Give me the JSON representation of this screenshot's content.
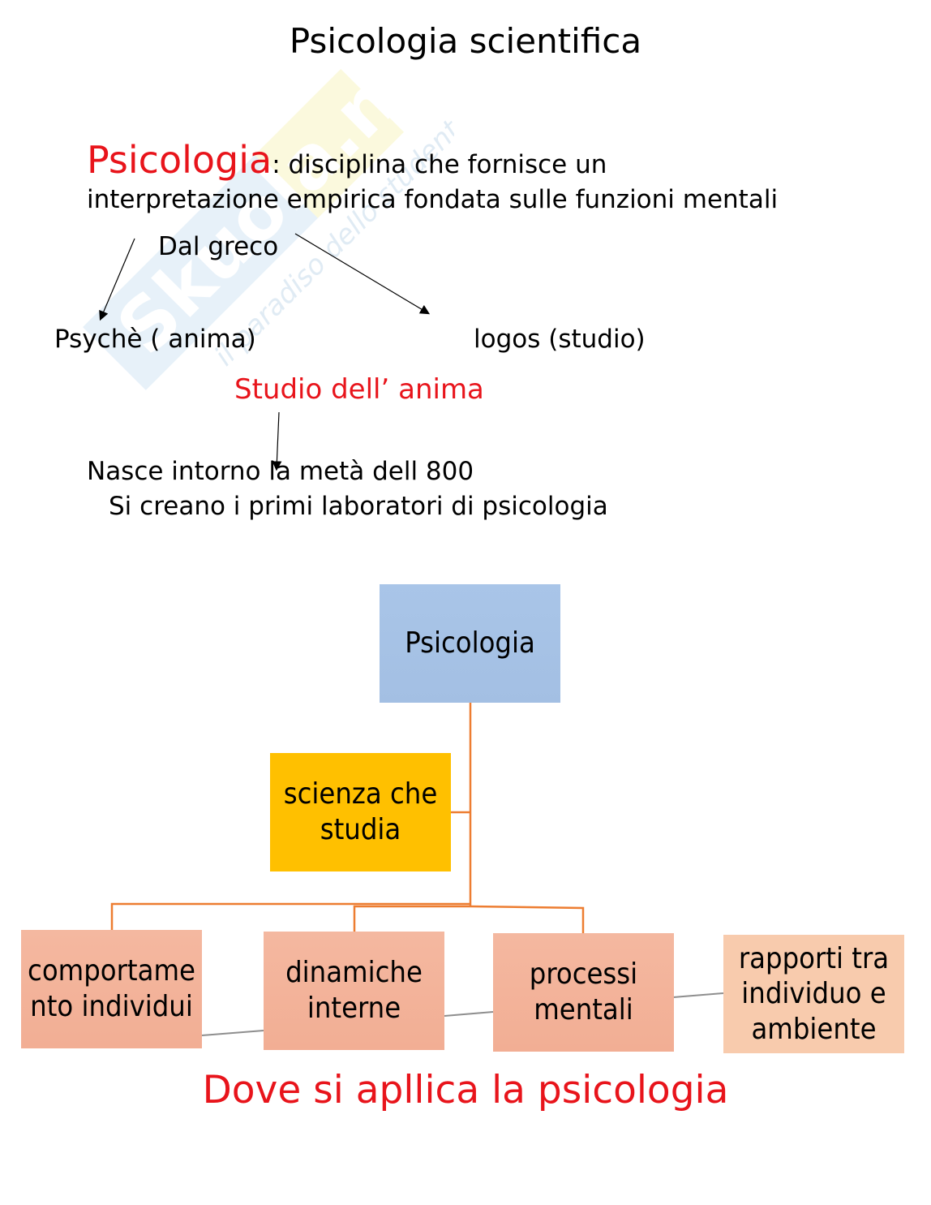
{
  "page": {
    "title": "Psicologia scientifica",
    "watermark": {
      "brand": "Skuola.net",
      "tagline": "il paradiso dello studente"
    }
  },
  "definition": {
    "term": "Psicologia",
    "rest_line1": ": disciplina che fornisce un",
    "line2": "interpretazione empirica fondata sulle funzioni mentali"
  },
  "etymology": {
    "origin": "Dal greco",
    "left_root": "Psychè ( anima)",
    "right_root": "logos (studio)",
    "meaning": "Studio dell’ anima"
  },
  "history": {
    "line1": "Nasce intorno la metà dell 800",
    "line2": "Si creano i primi laboratori di psicologia"
  },
  "diagram": {
    "root": {
      "label": "Psicologia",
      "color": "#a9c5e8"
    },
    "connector": {
      "lines": [
        "scienza che",
        "studia"
      ],
      "color": "#ffc000"
    },
    "branches": [
      {
        "lines": [
          "comportame",
          "nto individui"
        ],
        "color": "#f4b8a0"
      },
      {
        "lines": [
          "dinamiche",
          "interne"
        ],
        "color": "#f4b8a0"
      },
      {
        "lines": [
          "processi",
          "mentali"
        ],
        "color": "#f4b8a0"
      },
      {
        "lines": [
          "rapporti tra",
          "individuo e",
          "ambiente"
        ],
        "color": "#f8cbad"
      }
    ],
    "line_color": "#ed7d31"
  },
  "footer": {
    "caption": "Dove si apllica la psicologia"
  }
}
